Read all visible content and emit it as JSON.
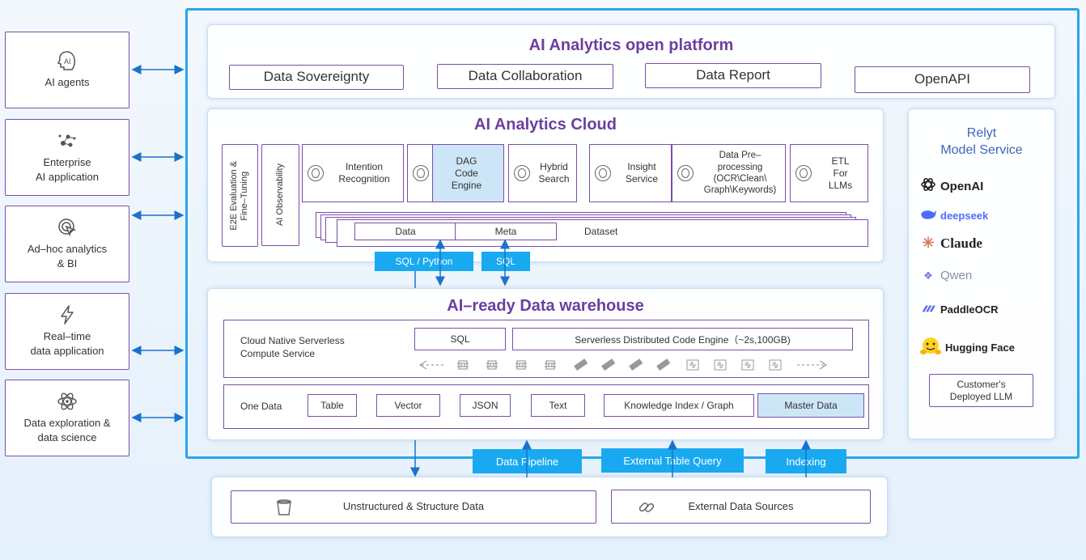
{
  "left_apps": [
    {
      "label": "AI agents",
      "icon": "ai-head-icon"
    },
    {
      "label": "Enterprise\nAI application",
      "icon": "network-nodes-icon"
    },
    {
      "label": "Ad–hoc analytics\n& BI",
      "icon": "pointer-click-icon"
    },
    {
      "label": "Real–time\ndata application",
      "icon": "lightning-icon"
    },
    {
      "label": "Data exploration &\ndata science",
      "icon": "atom-icon"
    }
  ],
  "open_platform": {
    "title": "AI Analytics open platform",
    "items": [
      "Data Sovereignty",
      "Data Collaboration",
      "Data Report",
      "OpenAPI"
    ]
  },
  "cloud": {
    "title": "AI Analytics Cloud",
    "side_labels": [
      "E2E Evaluation &\nFine–Tuning",
      "AI Observability"
    ],
    "components": [
      {
        "label": "Intention\nRecognition",
        "icon": "ring-icon"
      },
      {
        "label": "DAG\nCode\nEngine"
      },
      {
        "label": "Hybrid\nSearch",
        "icon": "ring-icon"
      },
      {
        "label": "Insight\nService",
        "icon": "ring-icon"
      },
      {
        "label": "Data Pre–\nprocessing\n(OCR\\Clean\\\nGraph\\Keywords)",
        "icon": "ring-icon"
      },
      {
        "label": "ETL\nFor\nLLMs",
        "icon": "ring-icon"
      }
    ],
    "dataset": {
      "data": "Data",
      "meta": "Meta",
      "label": "Dataset"
    },
    "interfaces": [
      "SQL / Python",
      "SQL"
    ]
  },
  "warehouse": {
    "title": "AI–ready Data warehouse",
    "compute_label": "Cloud Native Serverless\nCompute Service",
    "sql": "SQL",
    "engine": "Serverless Distributed Code Engine（~2s,100GB)",
    "one_data_label": "One Data",
    "one_data_items": [
      "Table",
      "Vector",
      "JSON",
      "Text",
      "Knowledge Index / Graph",
      "Master Data"
    ]
  },
  "model_service": {
    "title": "Relyt\nModel Service",
    "models": [
      {
        "name": "OpenAI",
        "icon": "openai-icon",
        "color": "#222222"
      },
      {
        "name": "deepseek",
        "icon": "whale-icon",
        "color": "#4d6bfe"
      },
      {
        "name": "Claude",
        "icon": "asterisk-icon",
        "color": "#222222"
      },
      {
        "name": "Qwen",
        "icon": "qwen-icon",
        "color": "#8a8fa8"
      },
      {
        "name": "PaddleOCR",
        "icon": "paddle-icon",
        "color": "#222222"
      },
      {
        "name": "Hugging Face",
        "icon": "hugging-face-icon",
        "color": "#222222"
      }
    ],
    "custom": "Customer's\nDeployed LLM"
  },
  "pipeline_buttons": [
    "Data Pipeline",
    "External Table Query",
    "Indexing"
  ],
  "sources": [
    {
      "label": "Unstructured & Structure Data",
      "icon": "bucket-icon"
    },
    {
      "label": "External Data Sources",
      "icon": "link-icon"
    }
  ],
  "colors": {
    "accent": "#19a9f0",
    "border": "#7a4ea8",
    "highlight": "#cde6f7",
    "frame": "#29a6e8"
  }
}
